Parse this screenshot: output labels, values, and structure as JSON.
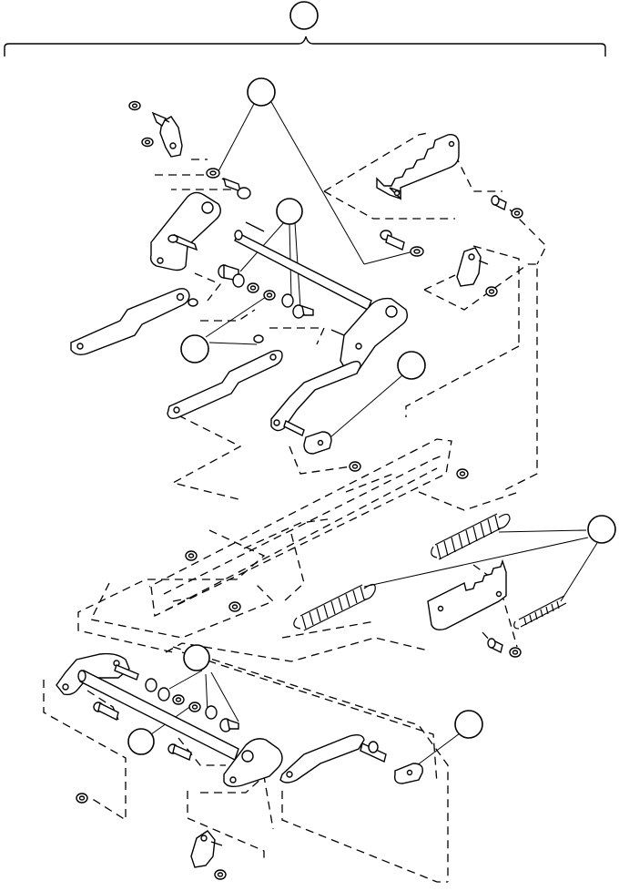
{
  "figure": {
    "kind": "exploded parts diagram",
    "colors": {
      "line": "#000000",
      "background": "#ffffff"
    },
    "callouts": [
      {
        "id": "assembly",
        "label": ""
      },
      {
        "id": "screw-set",
        "label": ""
      },
      {
        "id": "bushing-set-upper",
        "label": ""
      },
      {
        "id": "washer-set-upper",
        "label": ""
      },
      {
        "id": "link-upper",
        "label": ""
      },
      {
        "id": "spring-set",
        "label": ""
      },
      {
        "id": "bushing-set-lower",
        "label": ""
      },
      {
        "id": "washer-set-lower",
        "label": ""
      },
      {
        "id": "link-lower",
        "label": ""
      }
    ]
  }
}
